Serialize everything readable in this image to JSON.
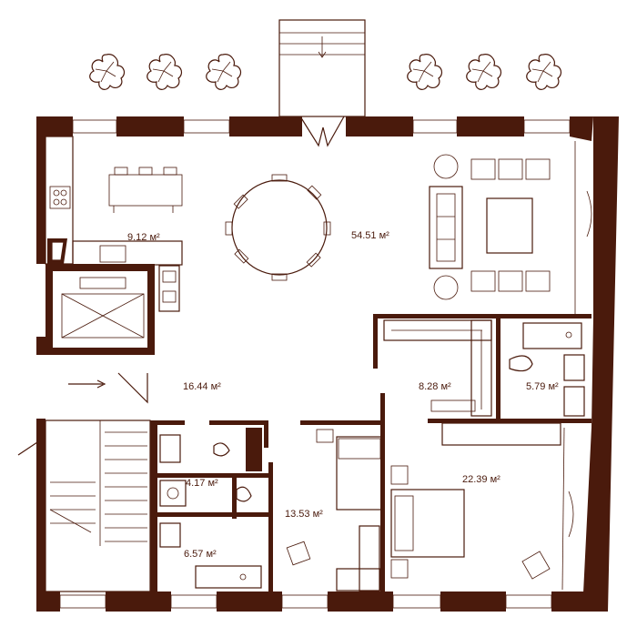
{
  "colors": {
    "wall": "#4a1a0c",
    "background": "#ffffff"
  },
  "rooms": [
    {
      "id": "kitchen",
      "area": "9.12 м²"
    },
    {
      "id": "living",
      "area": "54.51 м²"
    },
    {
      "id": "hall",
      "area": "16.44 м²"
    },
    {
      "id": "dressing",
      "area": "8.28 м²"
    },
    {
      "id": "bath-master",
      "area": "5.79 м²"
    },
    {
      "id": "wc",
      "area": "4.17 м²"
    },
    {
      "id": "bedroom-1",
      "area": "13.53 м²"
    },
    {
      "id": "bedroom-master",
      "area": "22.39 м²"
    },
    {
      "id": "bath-2",
      "area": "6.57 м²"
    }
  ],
  "icons": [
    "tree-icon",
    "entrance-arrow-icon",
    "staircase-icon",
    "elevator-icon"
  ]
}
